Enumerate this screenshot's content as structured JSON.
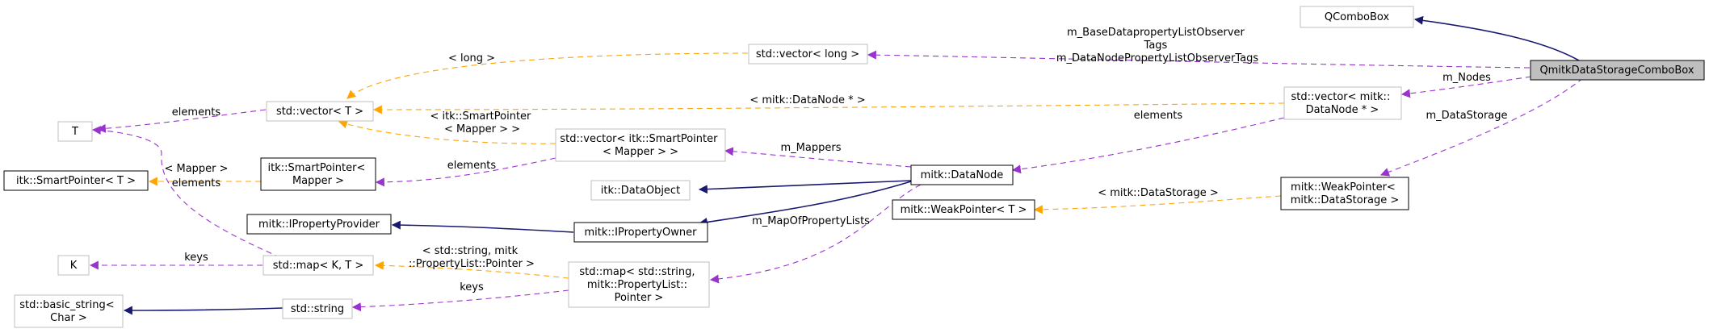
{
  "colors": {
    "inheritance": "#191970",
    "usage": "#9a32cd",
    "template": "#ffa500",
    "focus_fill": "#bfbfbf",
    "gray_border": "#bfbfbf"
  },
  "nodes": {
    "qcombobox": [
      "QComboBox"
    ],
    "focus": [
      "QmitkDataStorageComboBox"
    ],
    "vec_long": [
      "std::vector< long >"
    ],
    "vec_t": [
      "std::vector< T >"
    ],
    "vec_datanode": [
      "std::vector< mitk::",
      "DataNode * >"
    ],
    "t": [
      "T"
    ],
    "itk_sp_t": [
      "itk::SmartPointer< T >"
    ],
    "itk_sp_mapper": [
      "itk::SmartPointer<",
      "Mapper >"
    ],
    "vec_sp_mapper": [
      "std::vector< itk::SmartPointer",
      "< Mapper > >"
    ],
    "datanode": [
      "mitk::DataNode"
    ],
    "dataobject": [
      "itk::DataObject"
    ],
    "ipropertyprovider": [
      "mitk::IPropertyProvider"
    ],
    "ipropertyowner": [
      "mitk::IPropertyOwner"
    ],
    "weakpointer_t": [
      "mitk::WeakPointer< T >"
    ],
    "weakpointer_ds": [
      "mitk::WeakPointer<",
      "mitk::DataStorage >"
    ],
    "k": [
      "K"
    ],
    "map_kt": [
      "std::map< K, T >"
    ],
    "map_string_pl": [
      "std::map< std::string,",
      "mitk::PropertyList::",
      "Pointer >"
    ],
    "basic_string": [
      "std::basic_string<",
      "Char >"
    ],
    "string": [
      "std::string"
    ]
  },
  "edges": {
    "base_observer": [
      "m_BaseDatapropertyListObserver",
      "Tags",
      "m_DataNodePropertyListObserverTags"
    ],
    "nodes": [
      "m_Nodes"
    ],
    "datastorage": [
      "m_DataStorage"
    ],
    "long": [
      "< long >"
    ],
    "vec_t_elements": [
      "elements"
    ],
    "datanode_ptr": [
      "< mitk::DataNode * >"
    ],
    "sp_mapper_tmpl": [
      "< itk::SmartPointer",
      "< Mapper > >"
    ],
    "dn_elements": [
      "elements"
    ],
    "mappers": [
      "m_Mappers"
    ],
    "mapper_tmpl": [
      "< Mapper >"
    ],
    "spm_elements": [
      "elements"
    ],
    "map_elements": [
      "elements"
    ],
    "ds_tmpl": [
      "< mitk::DataStorage >"
    ],
    "map_of_pl": [
      "m_MapOfPropertyLists"
    ],
    "string_pl_tmpl": [
      "< std::string, mitk",
      "::PropertyList::Pointer >"
    ],
    "keys_k": [
      "keys"
    ],
    "keys_string": [
      "keys"
    ]
  }
}
